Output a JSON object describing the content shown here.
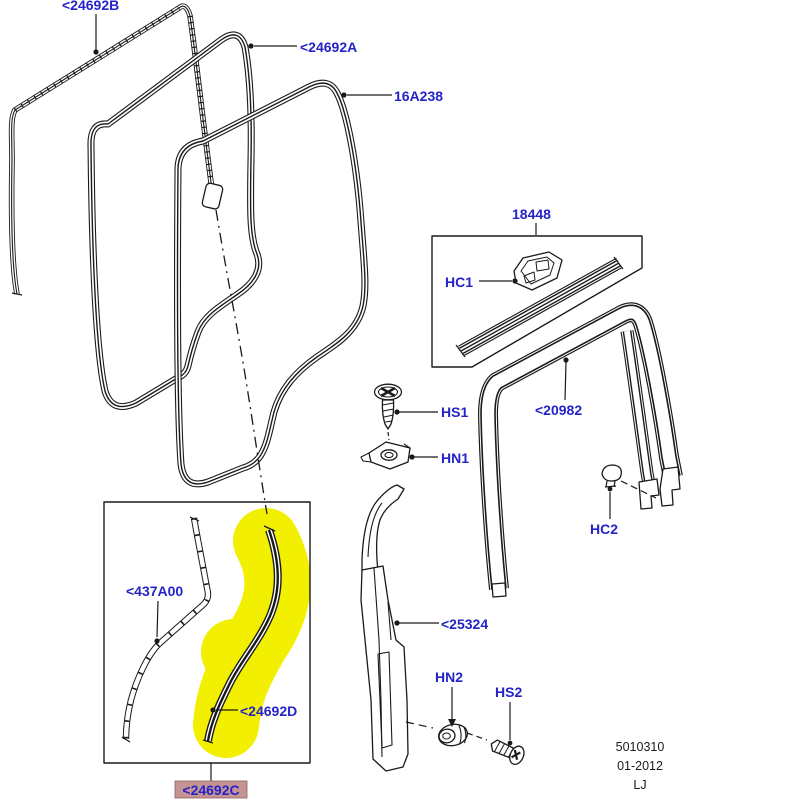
{
  "labels": {
    "p24692b": "<24692B",
    "p24692a": "<24692A",
    "p16a238": "16A238",
    "p18448": "18448",
    "hc1": "HC1",
    "hs1": "HS1",
    "hn1": "HN1",
    "p20982": "<20982",
    "hc2": "HC2",
    "p25324": "<25324",
    "hn2": "HN2",
    "hs2": "HS2",
    "p437a00": "<437A00",
    "p24692d": "<24692D",
    "p24692c": "<24692C"
  },
  "footer": {
    "doc_number": "5010310",
    "date": "01-2012",
    "code": "LJ"
  },
  "colors": {
    "label_blue": "#2323c8",
    "line": "#1a1a1a",
    "highlight_yellow": "#f2ef00",
    "highlight_pink": "#c69393",
    "pink_border": "#8d6262"
  }
}
